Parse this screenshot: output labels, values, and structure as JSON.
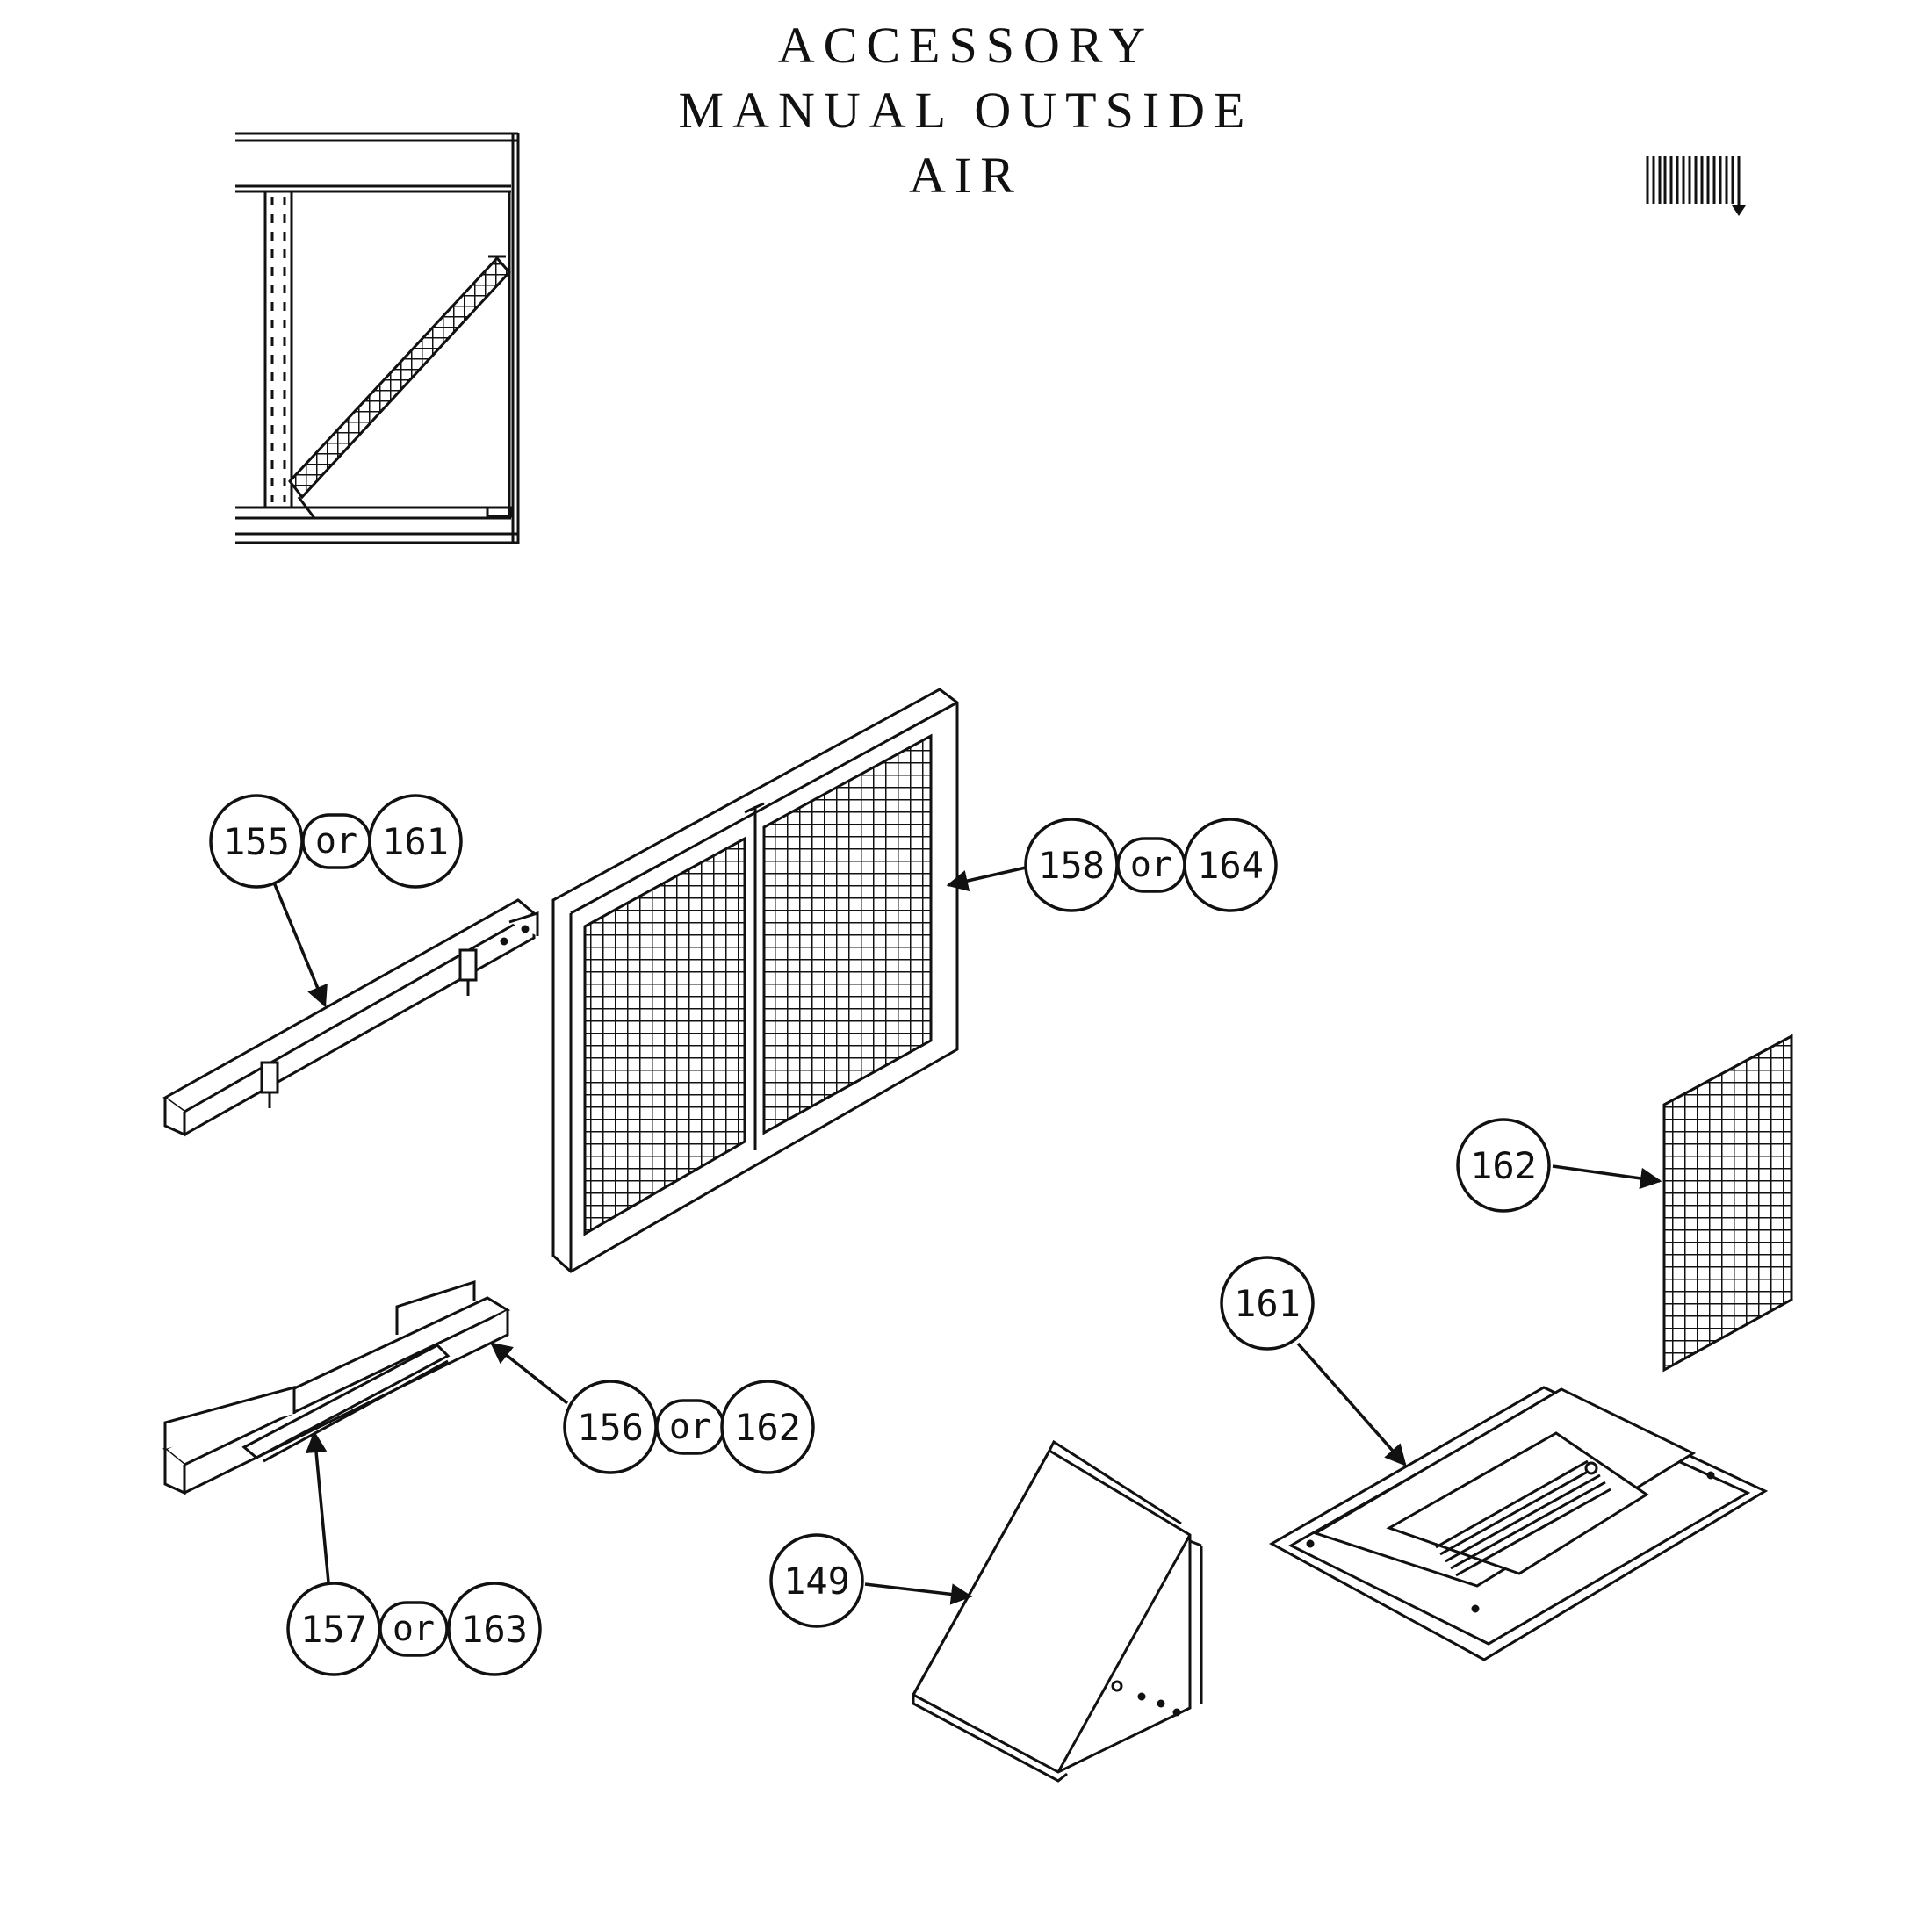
{
  "title": {
    "line1": "ACCESSORY",
    "line2": "MANUAL OUTSIDE",
    "line3": "AIR"
  },
  "connector": "or",
  "callouts": {
    "c155": "155",
    "c161a": "161",
    "c158": "158",
    "c164": "164",
    "c156": "156",
    "c162a": "162",
    "c157": "157",
    "c163": "163",
    "c162b": "162",
    "c161b": "161",
    "c149": "149"
  }
}
